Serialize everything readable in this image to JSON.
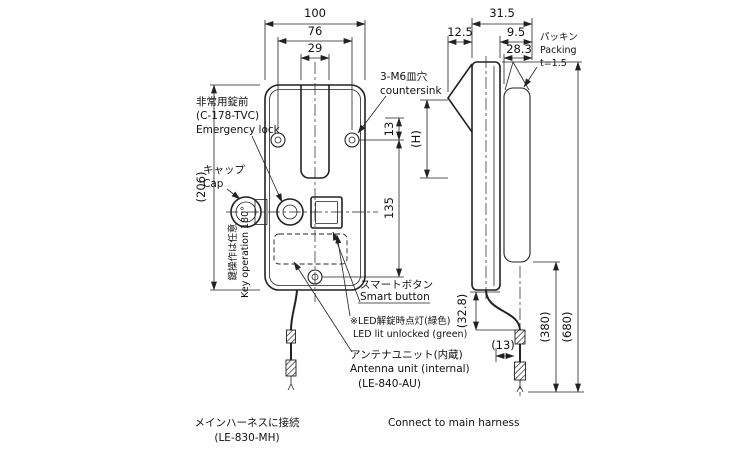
{
  "drawing": {
    "dims": {
      "front_width": "100",
      "hole_spacing": "76",
      "slot_width": "29",
      "front_height": "(206)",
      "hole_offset": "13",
      "hole_span": "135",
      "h_ref": "(H)",
      "side_total": "31.5",
      "hook_depth": "12.5",
      "packing_width": "9.5",
      "packing_depth": "28.3",
      "cable_bend": "(32.8)",
      "harness_len": "(380)",
      "total_len": "(680)",
      "connector_offset": "(13)"
    },
    "labels": {
      "countersink_jp": "3-M6皿穴",
      "countersink_en": "countersink",
      "emergency_jp": "非常用錠前",
      "emergency_model": "(C-178-TVC)",
      "emergency_en": "Emergency lock",
      "cap_jp": "キャップ",
      "cap_en": "Cap",
      "key_jp": "鍵操作は任意",
      "key_en": "Key operation 180°",
      "smart_jp": "スマートボタン",
      "smart_en": "Smart button",
      "led_jp": "※LED解錠時点灯(緑色)",
      "led_en": "LED lit unlocked (green)",
      "antenna_jp": "アンテナユニット(内蔵)",
      "antenna_en": "Antenna unit (internal)",
      "antenna_model": "(LE-840-AU)",
      "harness_jp": "メインハーネスに接続",
      "harness_model": "(LE-830-MH)",
      "harness_en": "Connect to main harness",
      "packing_jp": "パッキン",
      "packing_en": "Packing",
      "packing_t": "t=1.5"
    }
  }
}
